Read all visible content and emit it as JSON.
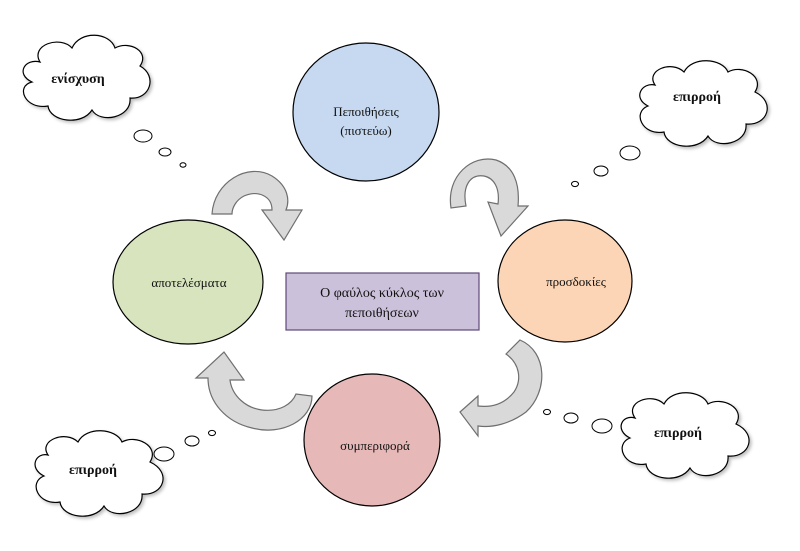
{
  "diagram": {
    "center_title": [
      "Ο φαύλος κύκλος των",
      "πεποιθήσεων"
    ],
    "nodes": {
      "beliefs": {
        "lines": [
          "Πεποιθήσεις",
          "(πιστεύω)"
        ],
        "color": "#C6D9F1"
      },
      "expectations": {
        "lines": [
          "προσδοκίες"
        ],
        "color": "#FBD5B5"
      },
      "behavior": {
        "lines": [
          "συμπεριφορά"
        ],
        "color": "#E6B9B8"
      },
      "results": {
        "lines": [
          "αποτελέσματα"
        ],
        "color": "#D7E4BD"
      }
    },
    "clouds": {
      "top_left": "ενίσχυση",
      "top_right": "επιρροή",
      "bottom_right": "επιρροή",
      "bottom_left": "επιρροή"
    },
    "colors": {
      "center_box": "#CCC1DA",
      "arrow_fill": "#D9D9D9",
      "outline": "#000000"
    }
  }
}
